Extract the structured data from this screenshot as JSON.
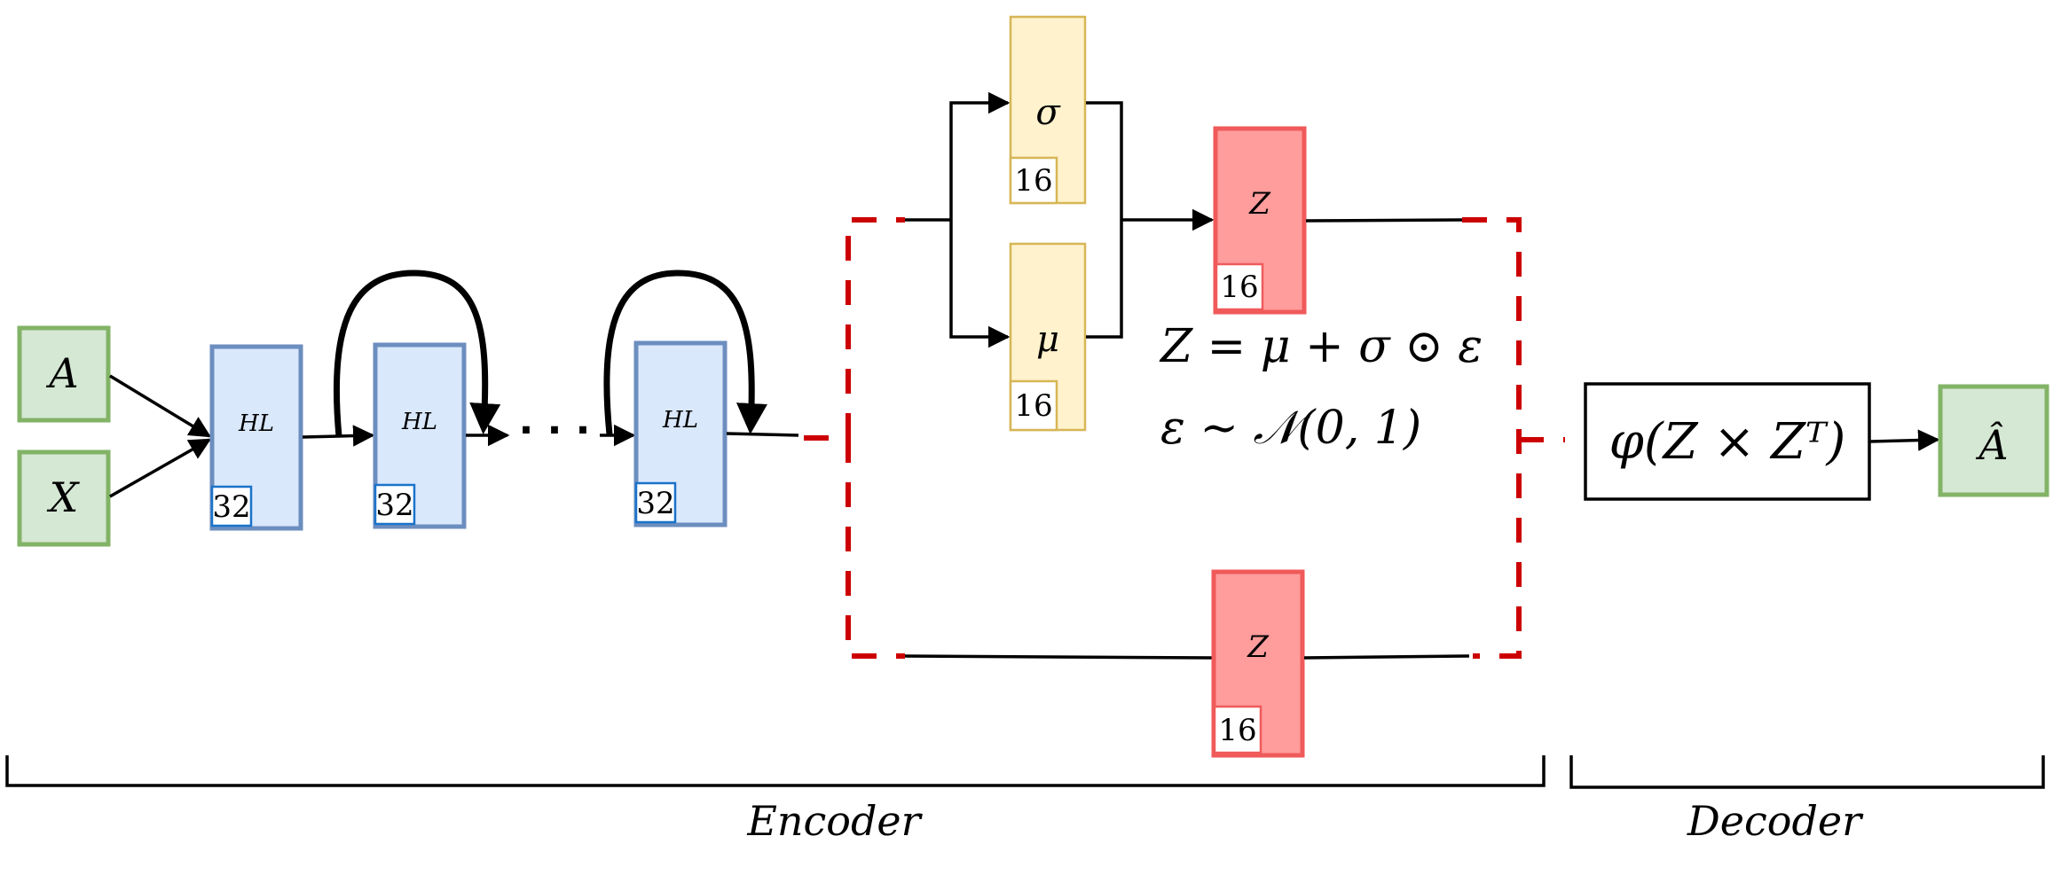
{
  "colors": {
    "input_fill": "#d5e8d4",
    "input_stroke": "#82b366",
    "hidden_fill": "#dae8fc",
    "hidden_stroke": "#6c8ebf",
    "dim_box_stroke": "#1a73c9",
    "param_fill": "#fff2cc",
    "param_stroke": "#d6b656",
    "latent_fill": "#ff9c9c",
    "latent_stroke": "#f05a5a",
    "dashed": "#cc0000"
  },
  "inputs": {
    "adjacency": "A",
    "features": "X"
  },
  "hidden_layers": [
    {
      "label": "HL",
      "dim": "32"
    },
    {
      "label": "HL",
      "dim": "32"
    },
    {
      "label": "HL",
      "dim": "32"
    }
  ],
  "ellipsis": "· · ·",
  "variational": {
    "sigma": {
      "label": "σ",
      "dim": "16"
    },
    "mu": {
      "label": "μ",
      "dim": "16"
    },
    "z_sampled": {
      "label": "Z",
      "dim": "16"
    },
    "reparam_eq": "Z = μ + σ ⊙ ε",
    "noise_eq": "ε ∼ 𝒩(0, 1)"
  },
  "deterministic": {
    "z": {
      "label": "Z",
      "dim": "16"
    }
  },
  "decoder": {
    "function": "φ(Z × Zᵀ)",
    "output": "Â"
  },
  "sections": {
    "encoder": "Encoder",
    "decoder": "Decoder"
  }
}
